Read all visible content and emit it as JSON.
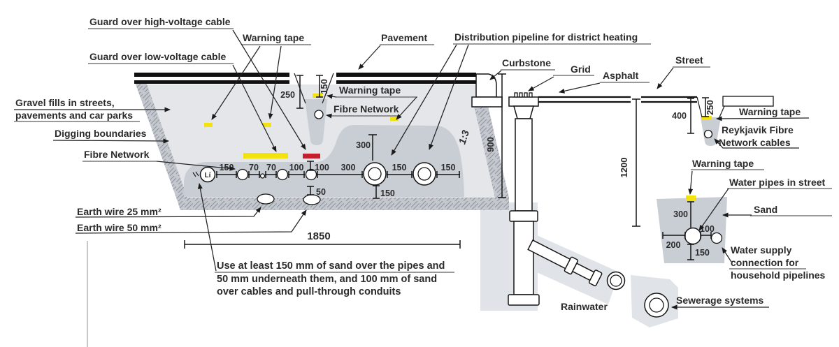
{
  "colors": {
    "tape_yellow": "#f2e20d",
    "guard_red": "#c2202f",
    "trench_fill": "#e4e6ea",
    "sand_fill": "#c9ced5",
    "hatch_fill": "#c4c8ce",
    "blob_fill": "#e0e3e7",
    "line": "#1a1a1a"
  },
  "labels": {
    "guard_high_voltage": "Guard over high-voltage cable",
    "guard_low_voltage": "Guard over low-voltage cable",
    "warning_tape_top": "Warning tape",
    "pavement": "Pavement",
    "distribution_pipeline": "Distribution pipeline for district heating",
    "curbstone": "Curbstone",
    "grid": "Grid",
    "asphalt": "Asphalt",
    "street": "Street",
    "gravel_fills_line1": "Gravel fills in streets,",
    "gravel_fills_line2": "pavements and car parks",
    "digging_boundaries": "Digging boundaries",
    "fibre_network_left": "Fibre Network",
    "warning_tape_mid": "Warning tape",
    "fibre_network_mid": "Fibre Network",
    "earth_wire_25": "Earth wire 25 mm²",
    "earth_wire_50": "Earth wire 50 mm²",
    "sand_note_line1": "Use at least 150 mm of sand over the pipes and",
    "sand_note_line2": "50 mm underneath them, and 100 mm of sand",
    "sand_note_line3": "over cables and pull-through conduits",
    "rainwater": "Rainwater",
    "sewerage_systems": "Sewerage systems",
    "warning_tape_right": "Warning tape",
    "reykjavik_fibre_line1": "Reykjavik Fibre",
    "reykjavik_fibre_line2": "Network cables",
    "warning_tape_water": "Warning tape",
    "water_pipes_street": "Water pipes in street",
    "sand": "Sand",
    "water_supply_line1": "Water supply",
    "water_supply_line2": "connection for",
    "water_supply_line3": "household pipelines",
    "li_marker": "Lí"
  },
  "dimensions": {
    "pavement_trench_depth": "250",
    "pavement_trench_tape": "150",
    "cable_spacing_150": "150",
    "cable_spacing_70a": "70",
    "cable_spacing_70b": "70",
    "cable_spacing_100": "100",
    "guard_depth_100": "100",
    "cable_sand_50": "50",
    "heating_offset_300": "300",
    "heating_cover_300": "300",
    "heating_gap_150": "150",
    "heating_right_150": "150",
    "heating_below_150": "150",
    "trench_width_1850": "1850",
    "trench_depth_900": "900",
    "street_depth_1200": "1200",
    "street_trench_400": "400",
    "street_trench_250": "250",
    "slope_ratio": "1:3",
    "water_tape_300": "300",
    "water_left_200": "200",
    "water_gap_100": "100",
    "water_below_150": "150"
  }
}
